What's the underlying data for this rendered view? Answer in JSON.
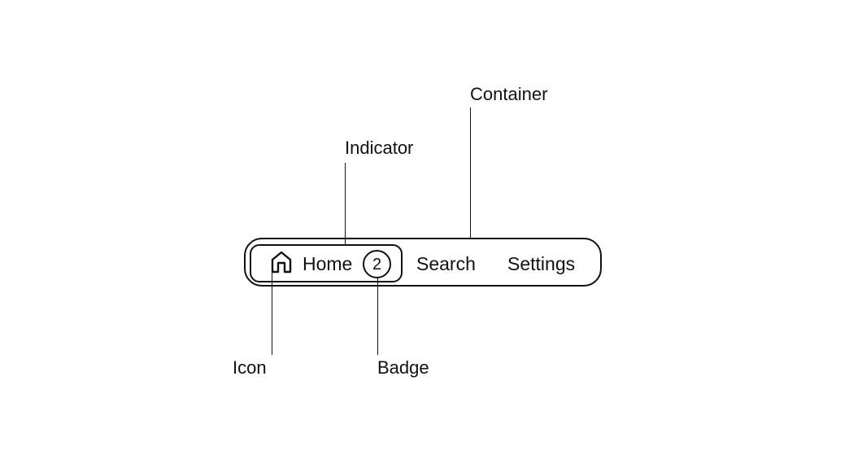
{
  "annotations": {
    "container": "Container",
    "indicator": "Indicator",
    "icon": "Icon",
    "badge": "Badge"
  },
  "nav": {
    "items": [
      {
        "label": "Home",
        "icon": "home-icon",
        "badge": "2",
        "active": true
      },
      {
        "label": "Search"
      },
      {
        "label": "Settings"
      }
    ]
  },
  "colors": {
    "stroke": "#111111",
    "background": "#ffffff"
  }
}
